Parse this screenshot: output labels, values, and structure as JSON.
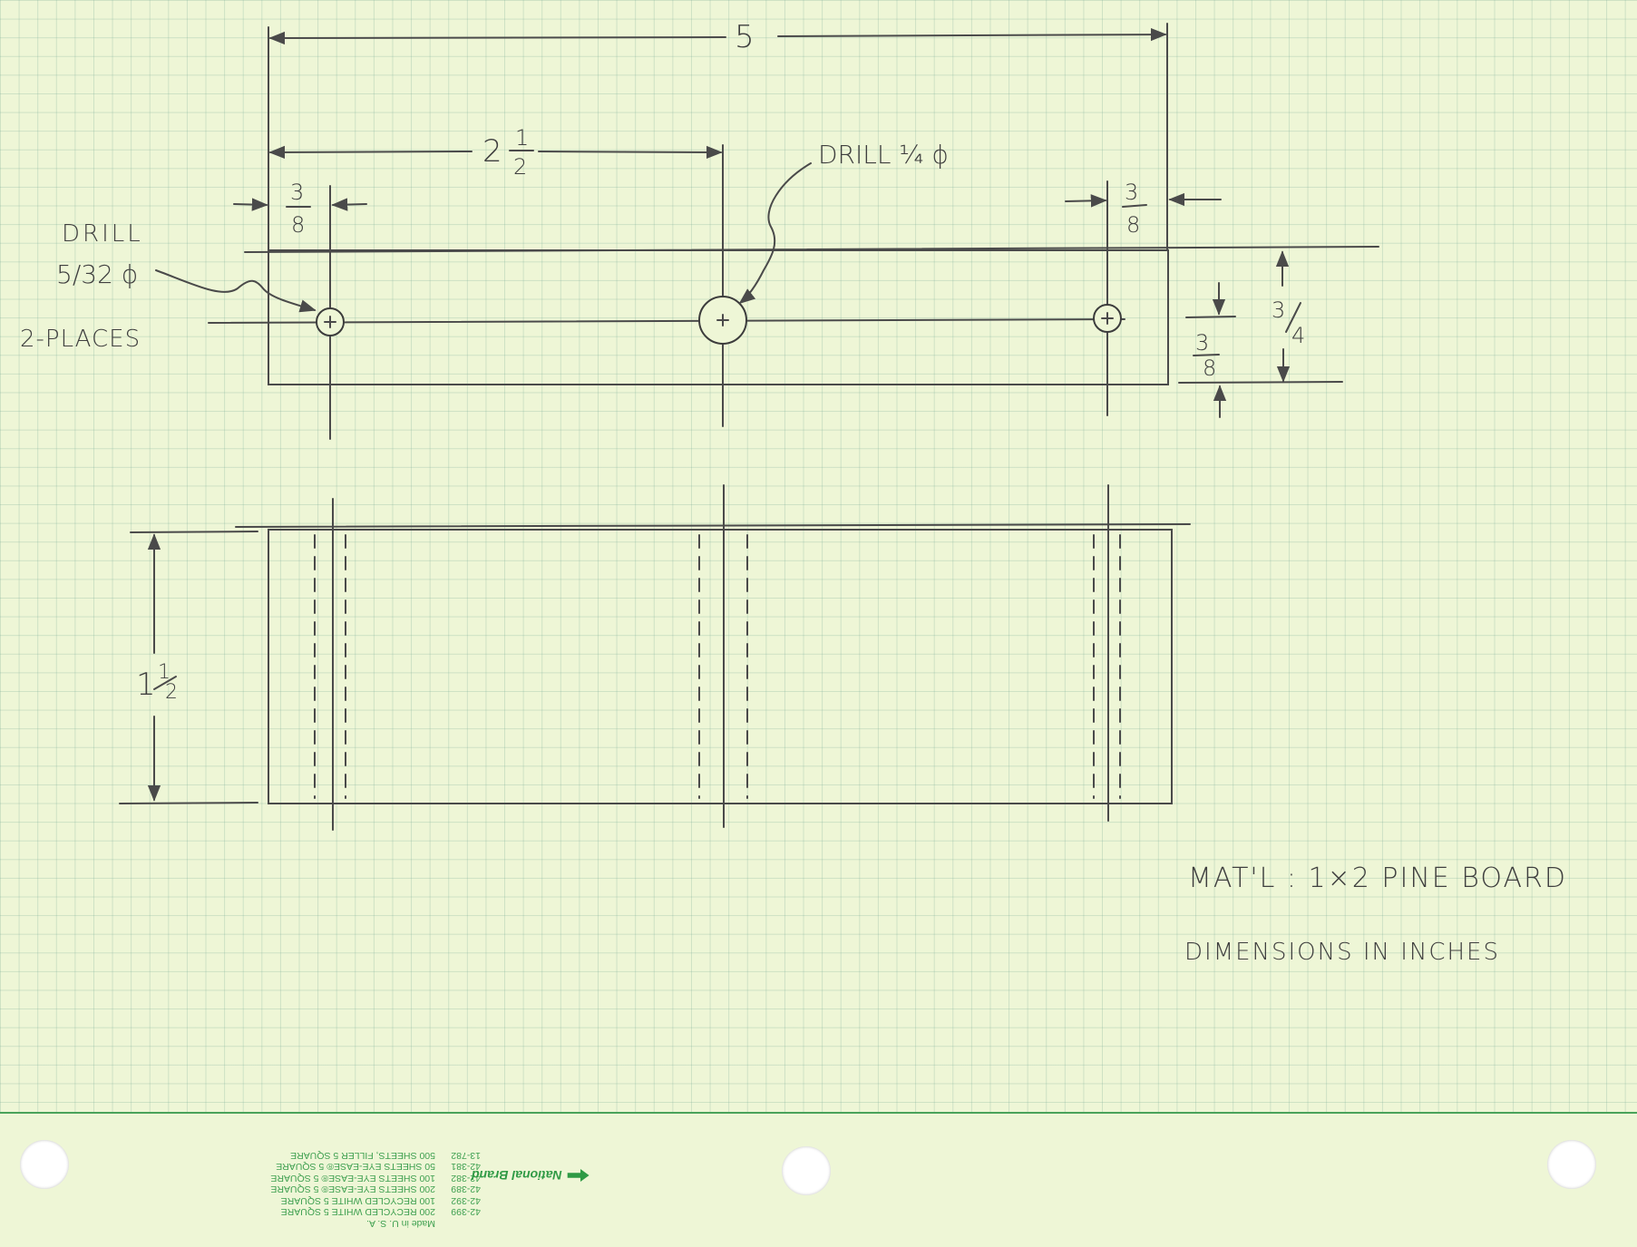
{
  "dimensions": {
    "overall_length": "5",
    "center_hole_position_whole": "2",
    "center_hole_position_num": "1",
    "center_hole_position_den": "2",
    "left_offset_num": "3",
    "left_offset_den": "8",
    "right_offset_num": "3",
    "right_offset_den": "8",
    "hole_height_num": "3",
    "hole_height_den": "8",
    "board_height_num": "3",
    "board_height_den": "4",
    "board_width_whole": "1",
    "board_width_num": "1",
    "board_width_den": "2"
  },
  "callouts": {
    "small_holes_drill": "DRILL",
    "small_holes_size": "5/32 ϕ",
    "small_holes_count": "2-PLACES",
    "center_hole": "DRILL ¼ ϕ"
  },
  "notes": {
    "material": "MAT'L :  1×2  PINE BOARD",
    "units": "DIMENSIONS  IN  INCHES"
  },
  "footer": {
    "brand": "National Brand",
    "made_in": "Made in U. S. A.",
    "products": [
      {
        "code": "42-399",
        "desc": "200 RECYCLED WHITE  5 SQUARE"
      },
      {
        "code": "42-392",
        "desc": "100 RECYCLED WHITE  5 SQUARE"
      },
      {
        "code": "42-389",
        "desc": "200 SHEETS EYE-EASE® 5 SQUARE"
      },
      {
        "code": "42-382",
        "desc": "100 SHEETS EYE-EASE® 5 SQUARE"
      },
      {
        "code": "42-381",
        "desc": "50 SHEETS EYE-EASE® 5 SQUARE"
      },
      {
        "code": "13-782",
        "desc": "500 SHEETS, FILLER  5 SQUARE"
      }
    ]
  }
}
